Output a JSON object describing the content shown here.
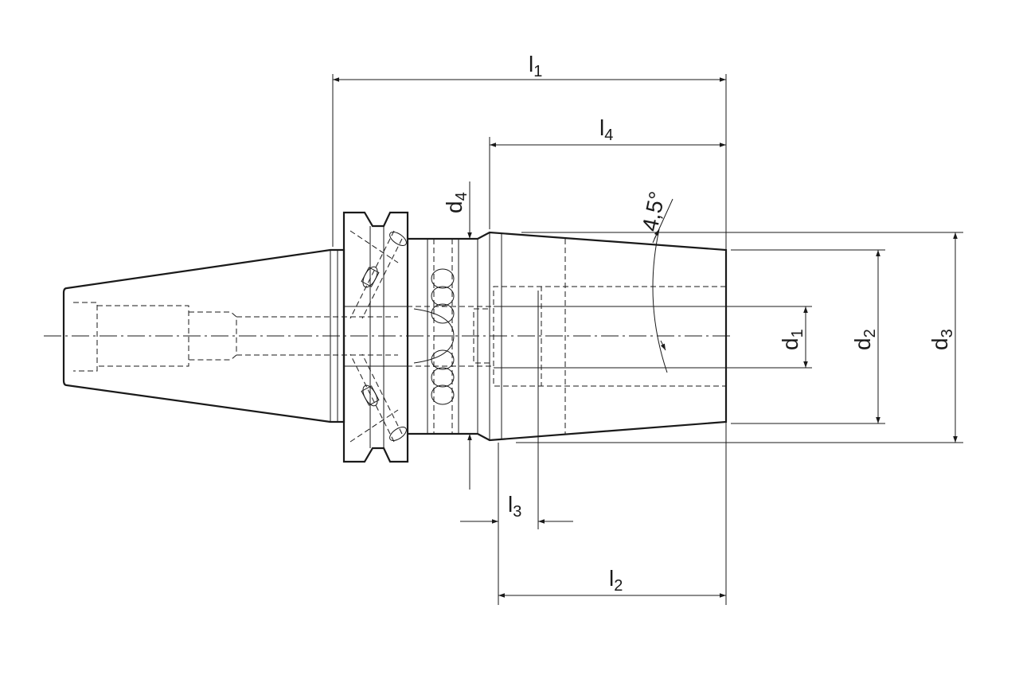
{
  "title": "BT tool holder shrink chuck technical drawing",
  "dimensions": {
    "l1": {
      "base": "l",
      "sub": "1"
    },
    "l2": {
      "base": "l",
      "sub": "2"
    },
    "l3": {
      "base": "l",
      "sub": "3"
    },
    "l4": {
      "base": "l",
      "sub": "4"
    },
    "d1": {
      "base": "d",
      "sub": "1"
    },
    "d2": {
      "base": "d",
      "sub": "2"
    },
    "d3": {
      "base": "d",
      "sub": "3"
    },
    "d4": {
      "base": "d",
      "sub": "4"
    },
    "angle": "4,5°"
  },
  "colors": {
    "line": "#1a1a1a",
    "background": "#ffffff"
  }
}
